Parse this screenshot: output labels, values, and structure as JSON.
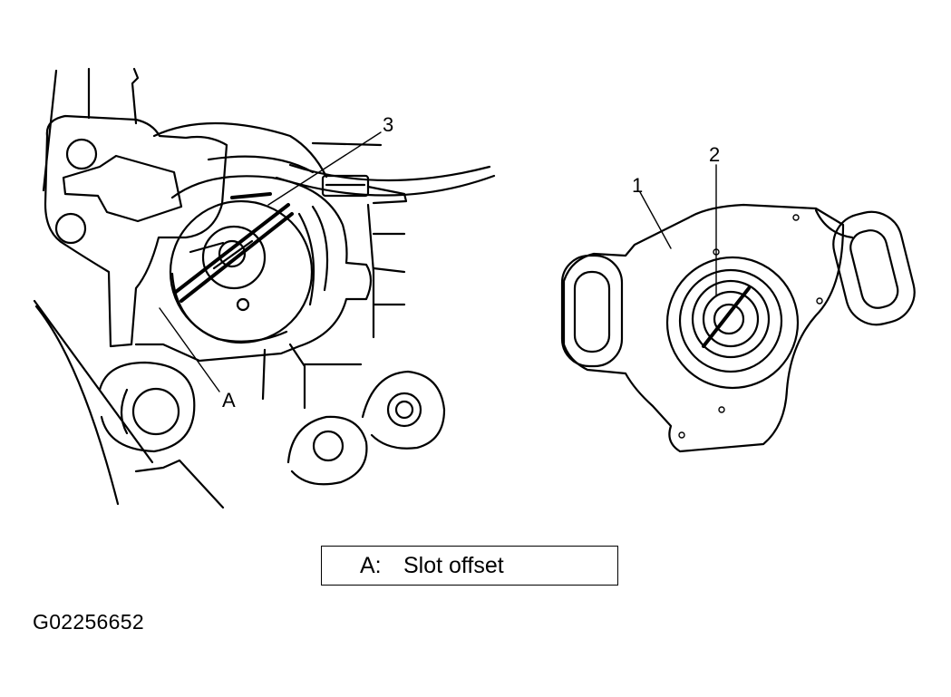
{
  "callouts": {
    "part1": "1",
    "part2": "2",
    "part3": "3",
    "pointA": "A"
  },
  "legend": {
    "letter": "A:",
    "text": "Slot offset"
  },
  "figure_id": "G02256652"
}
